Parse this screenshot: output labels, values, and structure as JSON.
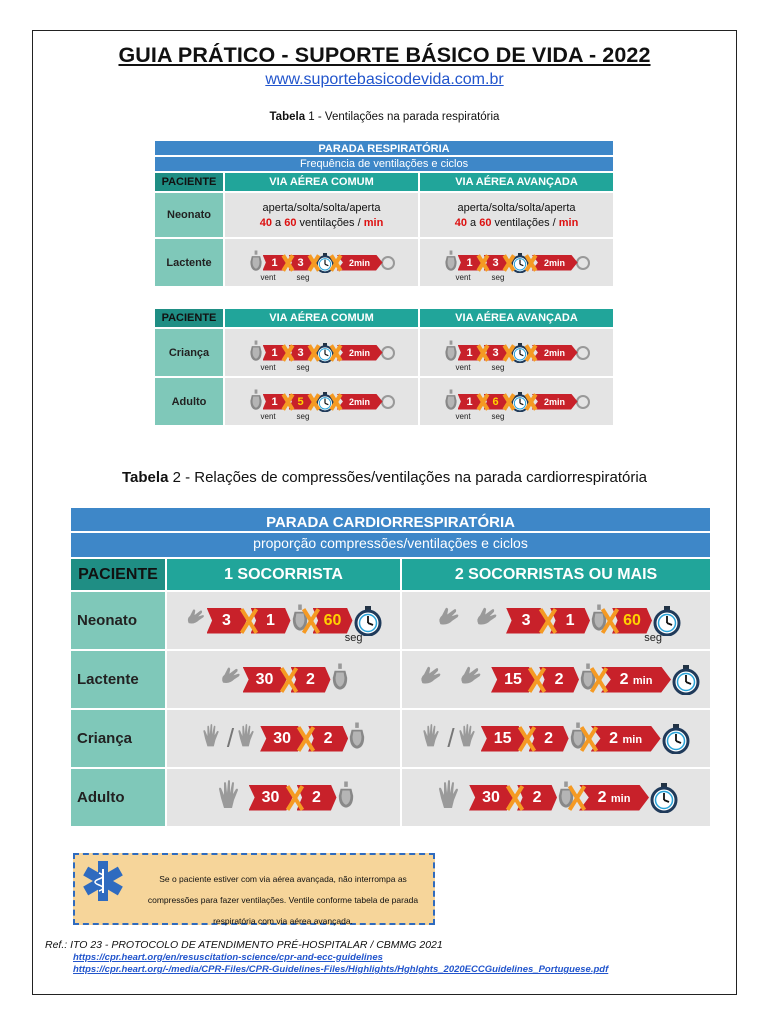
{
  "header": {
    "title": "GUIA PRÁTICO - SUPORTE BÁSICO DE VIDA - 2022",
    "url": "www.suportebasicodevida.com.br"
  },
  "table1": {
    "caption_prefix": "Tabela",
    "caption_num": "1",
    "caption_text": "- Ventilações na parada respiratória",
    "title": "PARADA RESPIRATÓRIA",
    "subtitle": "Frequência de ventilações e ciclos",
    "col_patient": "PACIENTE",
    "col_common": "VIA AÉREA COMUM",
    "col_advanced": "VIA AÉREA AVANÇADA",
    "neonato": {
      "label": "Neonato",
      "line1": "aperta/solta/solta/aperta",
      "n1": "40",
      "a": "a",
      "n2": "60",
      "unit": "ventilações /",
      "min": "min"
    },
    "rows": [
      {
        "label": "Lactente",
        "common": [
          "1",
          "3",
          "2min"
        ],
        "advanced": [
          "1",
          "3",
          "2min"
        ]
      },
      {
        "label": "Criança",
        "common": [
          "1",
          "3",
          "2min"
        ],
        "advanced": [
          "1",
          "3",
          "2min"
        ]
      },
      {
        "label": "Adulto",
        "common": [
          "1",
          "5",
          "2min"
        ],
        "advanced": [
          "1",
          "6",
          "2min"
        ]
      }
    ],
    "vent_label": "vent",
    "seg_label": "seg"
  },
  "table2": {
    "caption_prefix": "Tabela",
    "caption_num": "2",
    "caption_text": "- Relações de compressões/ventilações na parada cardiorrespiratória",
    "title": "PARADA CARDIORRESPIRATÓRIA",
    "subtitle": "proporção compressões/ventilações e ciclos",
    "col_patient": "PACIENTE",
    "col_one": "1 SOCORRISTA",
    "col_two": "2 SOCORRISTAS OU MAIS",
    "rows": [
      {
        "label": "Neonato",
        "one": [
          "3",
          "1",
          "60"
        ],
        "two": [
          "3",
          "1",
          "60"
        ]
      },
      {
        "label": "Lactente",
        "one": [
          "30",
          "2"
        ],
        "two": [
          "15",
          "2",
          "2",
          "min"
        ]
      },
      {
        "label": "Criança",
        "one": [
          "30",
          "2"
        ],
        "two": [
          "15",
          "2",
          "2",
          "min"
        ]
      },
      {
        "label": "Adulto",
        "one": [
          "30",
          "2"
        ],
        "two": [
          "30",
          "2",
          "2",
          "min"
        ]
      }
    ],
    "seg_label": "seg"
  },
  "note": {
    "text": "Se o paciente estiver com via aérea avançada, não interrompa as compressões para fazer ventilações. Ventile conforme tabela de parada respiratória com via aérea avançada."
  },
  "refs": {
    "line": "Ref.: ITO 23 - PROTOCOLO DE ATENDIMENTO PRÉ-HOSPITALAR / CBMMG 2021",
    "link1": "https://cpr.heart.org/en/resuscitation-science/cpr-and-ecc-guidelines",
    "link2": "https://cpr.heart.org/-/media/CPR-Files/CPR-Guidelines-Files/Highlights/Hghlghts_2020ECCGuidelines_Portuguese.pdf"
  },
  "colors": {
    "blue_header": "#3e87c8",
    "teal_header": "#21a59a",
    "patient_cell": "#7fc8b9",
    "chevron_red": "#c8212a",
    "cross_orange": "#f59a23",
    "note_bg": "#f6d59a"
  }
}
